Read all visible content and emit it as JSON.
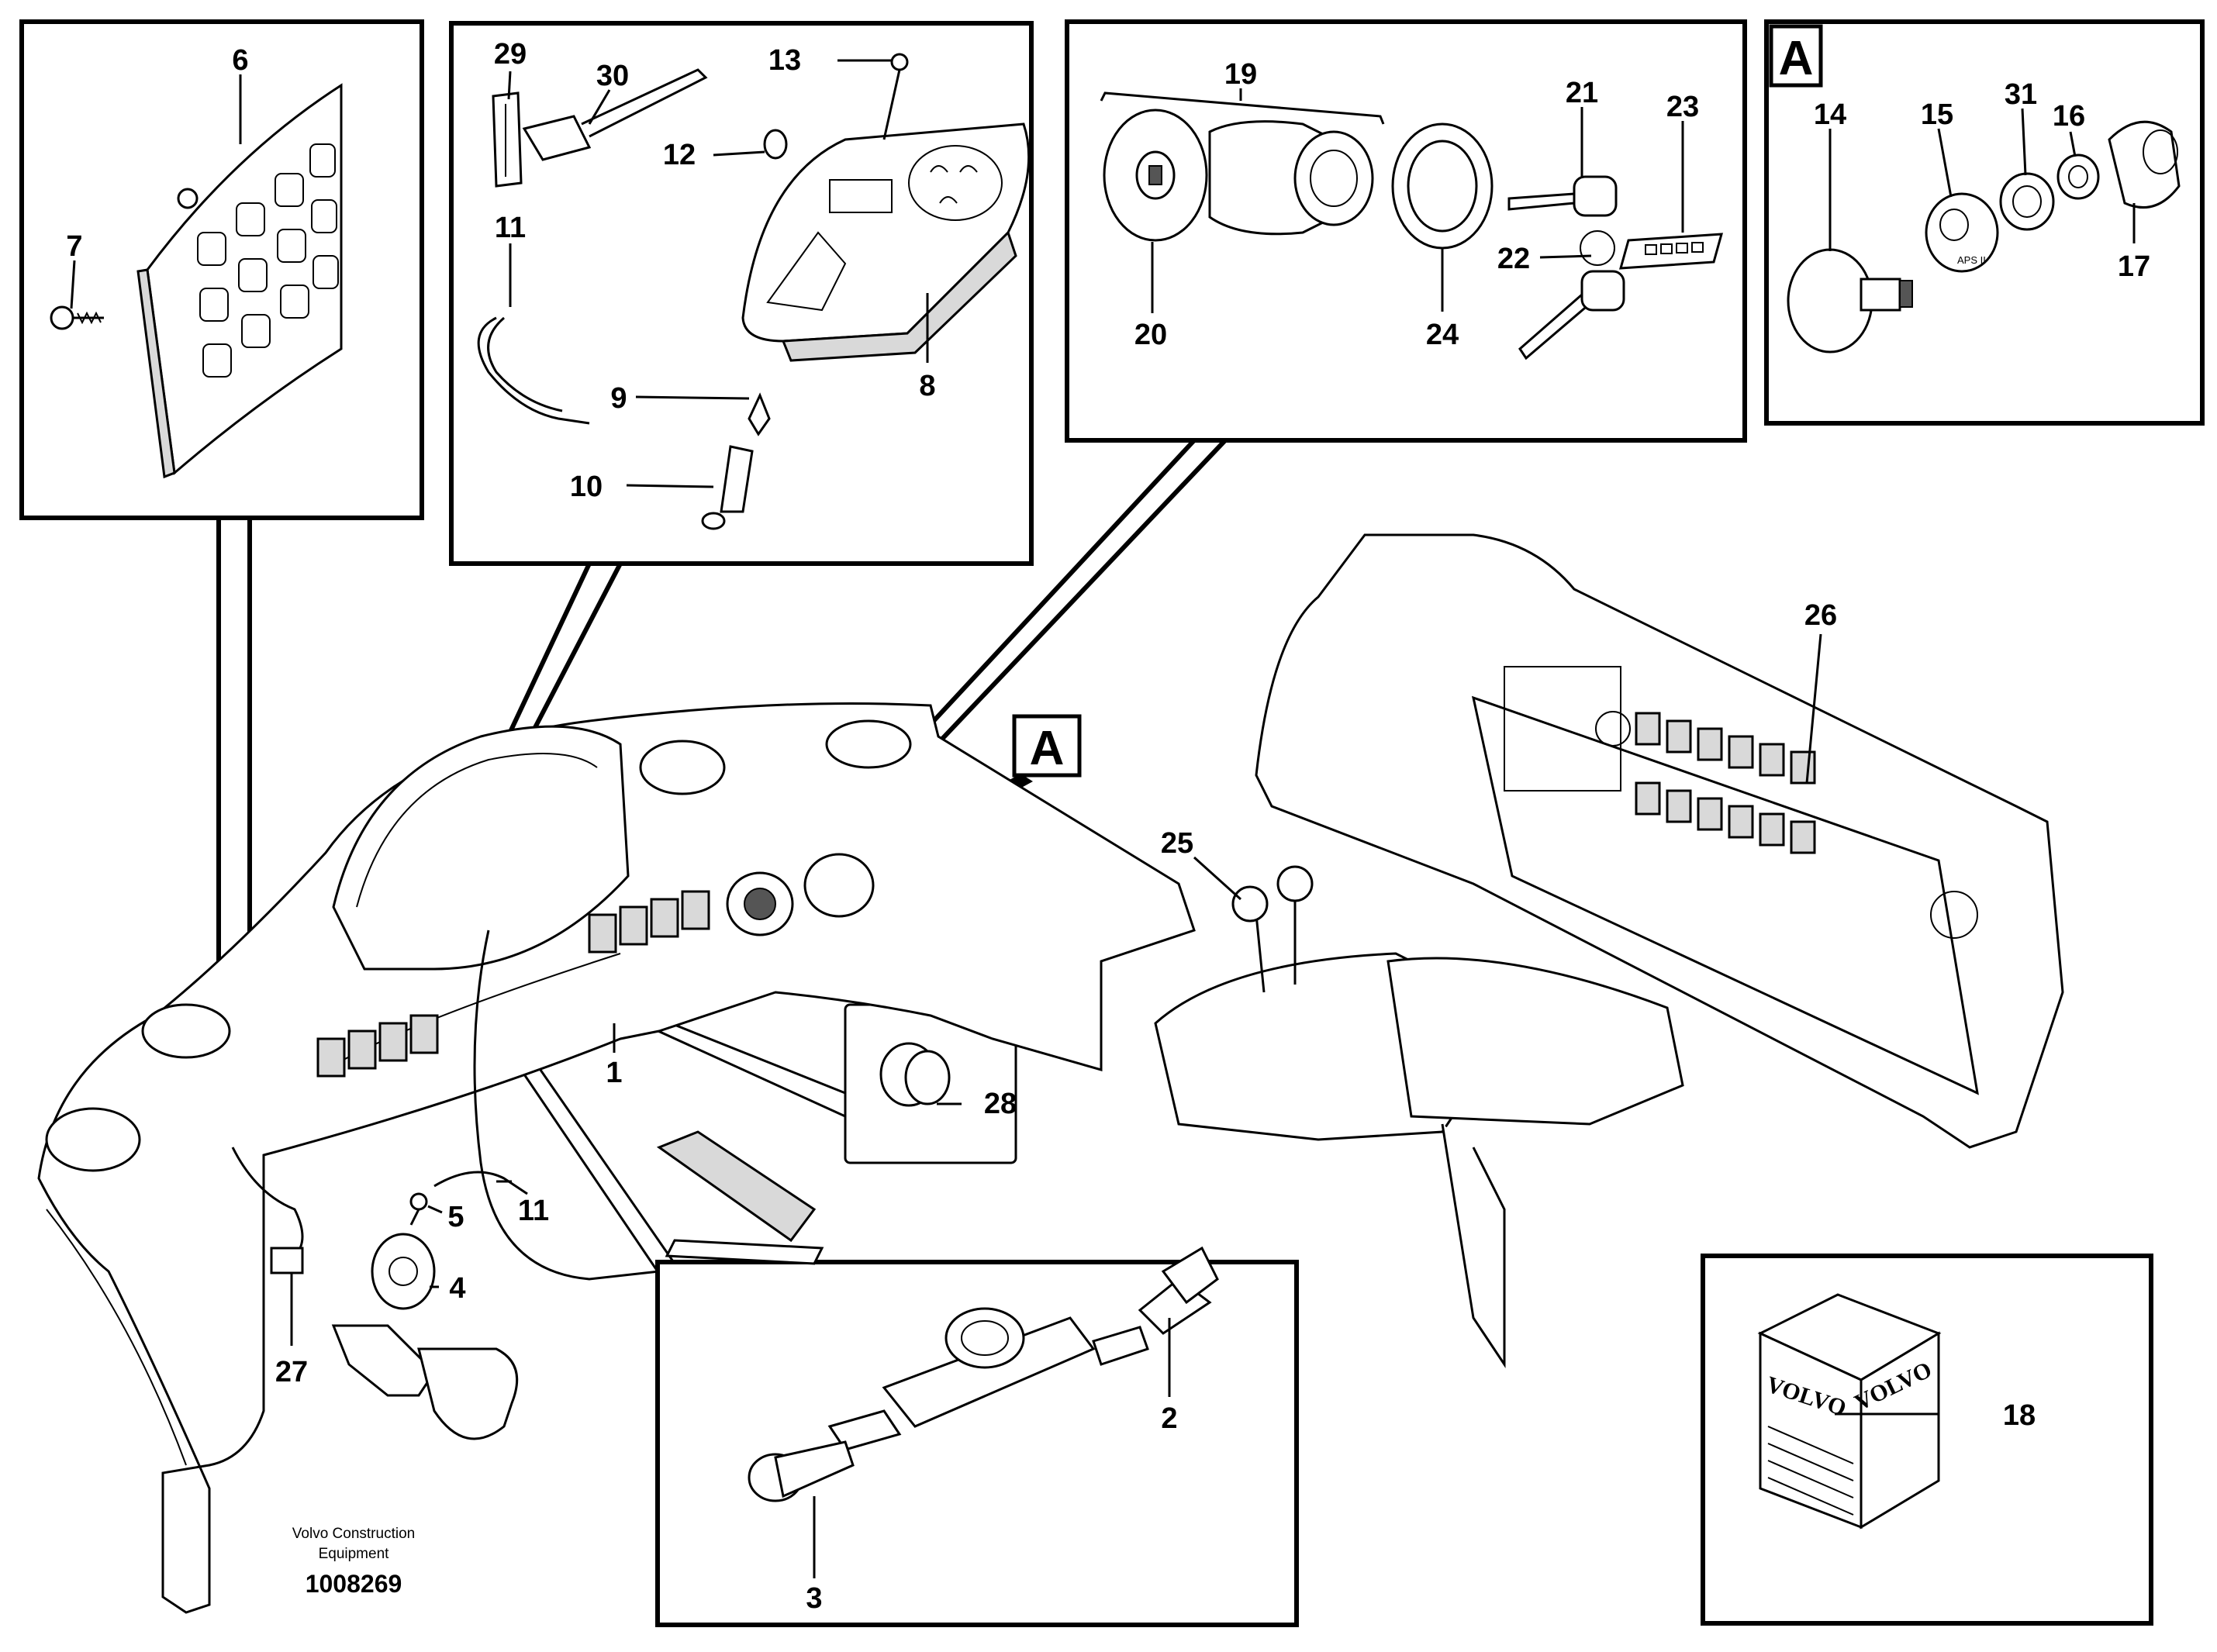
{
  "detail_letter": "A",
  "callouts": {
    "c1": "1",
    "c2": "2",
    "c3": "3",
    "c4": "4",
    "c5": "5",
    "c6": "6",
    "c7": "7",
    "c8": "8",
    "c9": "9",
    "c10": "10",
    "c11a": "11",
    "c11b": "11",
    "c12": "12",
    "c13": "13",
    "c14": "14",
    "c15": "15",
    "c16": "16",
    "c17": "17",
    "c18": "18",
    "c19": "19",
    "c20": "20",
    "c21": "21",
    "c22": "22",
    "c23": "23",
    "c24": "24",
    "c25": "25",
    "c26": "26",
    "c27": "27",
    "c28": "28",
    "c29": "29",
    "c30": "30",
    "c31": "31"
  },
  "box_brand": [
    "VOLVO",
    "VOLVO"
  ],
  "small_label": "APS II",
  "footer": {
    "line1": "Volvo Construction",
    "line2": "Equipment",
    "doc_number": "1008269"
  }
}
